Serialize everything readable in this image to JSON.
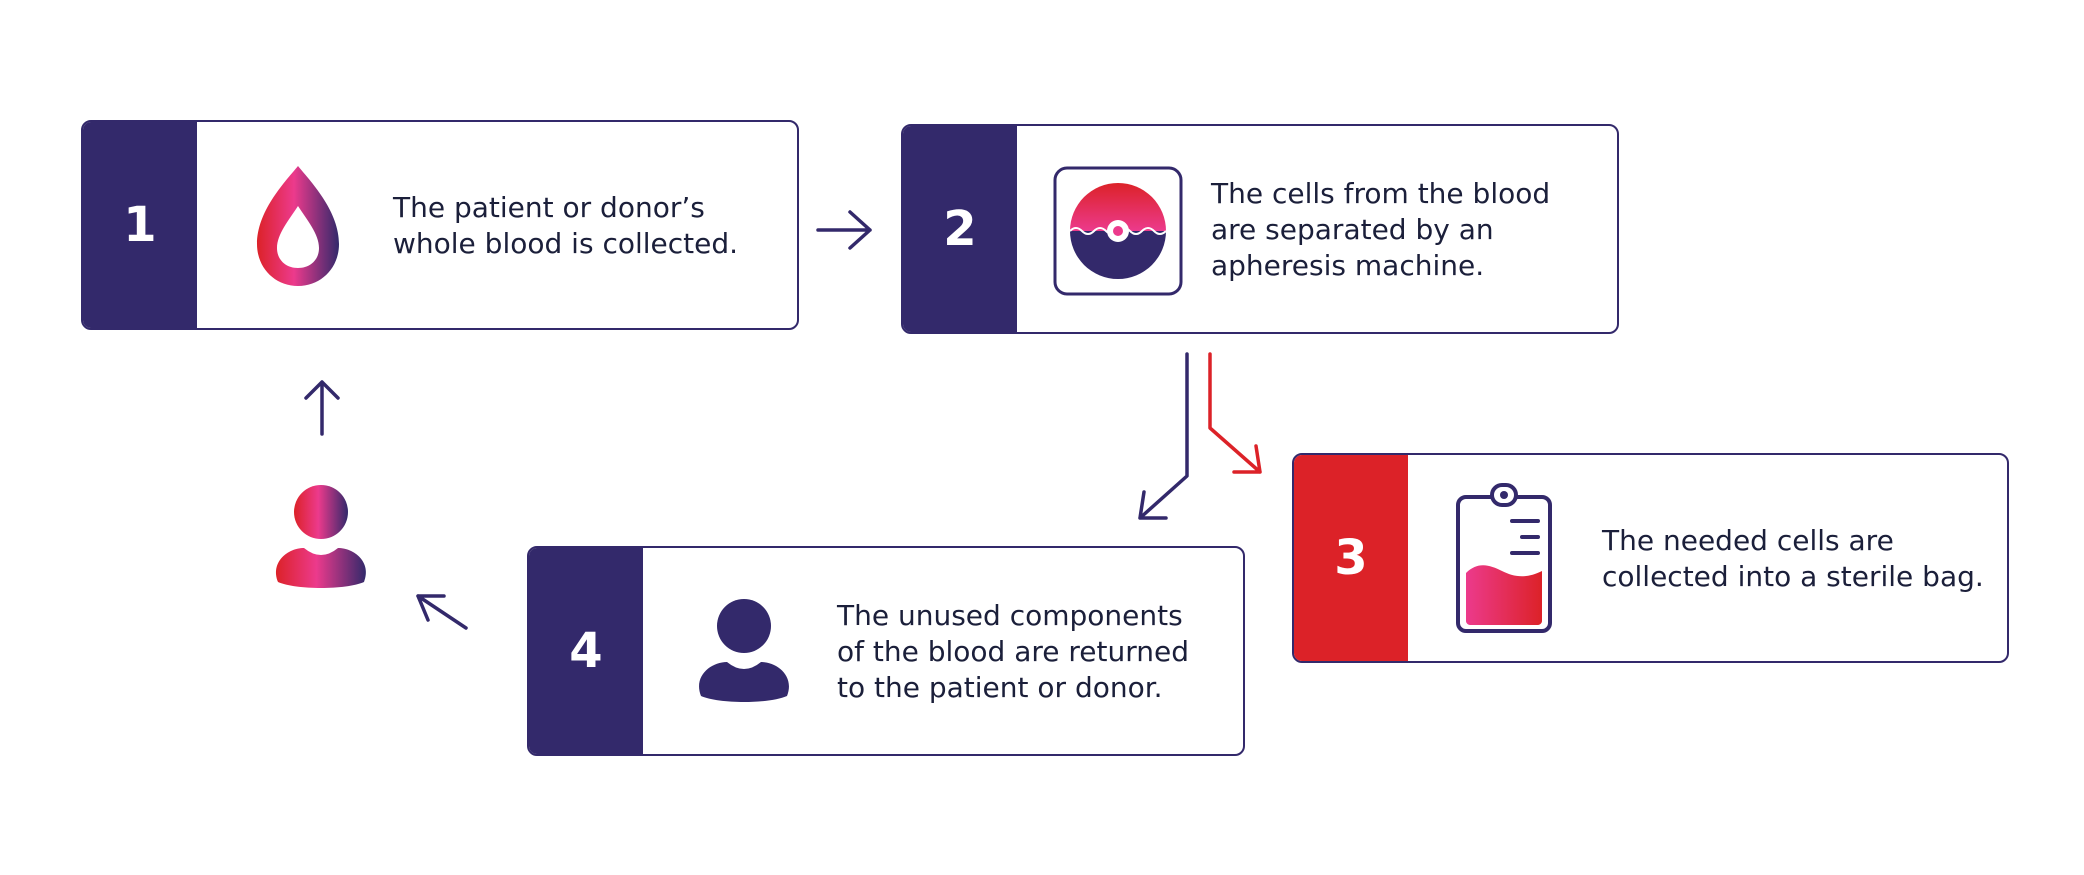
{
  "colors": {
    "navy": "#33296b",
    "red": "#dc2228",
    "pink": "#ec3a8c",
    "text": "#1b1f3a"
  },
  "steps": [
    {
      "number": "1",
      "text": "The patient or donor’s\nwhole blood is collected.",
      "icon": "blood-drop-icon",
      "accent": "navy"
    },
    {
      "number": "2",
      "text": "The cells from the blood\nare separated by an\napheresis machine.",
      "icon": "apheresis-machine-icon",
      "accent": "navy"
    },
    {
      "number": "3",
      "text": "The needed cells are\ncollected into a sterile bag.",
      "icon": "clipboard-bag-icon",
      "accent": "red"
    },
    {
      "number": "4",
      "text": "The unused components\nof the blood are returned\nto the patient or donor.",
      "icon": "person-icon",
      "accent": "navy"
    }
  ],
  "patient_icon": "patient-gradient-icon",
  "arrows": [
    {
      "from": "1",
      "to": "2",
      "color": "navy"
    },
    {
      "from": "2",
      "to": "4",
      "color": "navy"
    },
    {
      "from": "2",
      "to": "3",
      "color": "red"
    },
    {
      "from": "4",
      "to": "patient",
      "color": "navy"
    },
    {
      "from": "patient",
      "to": "1",
      "color": "navy"
    }
  ]
}
